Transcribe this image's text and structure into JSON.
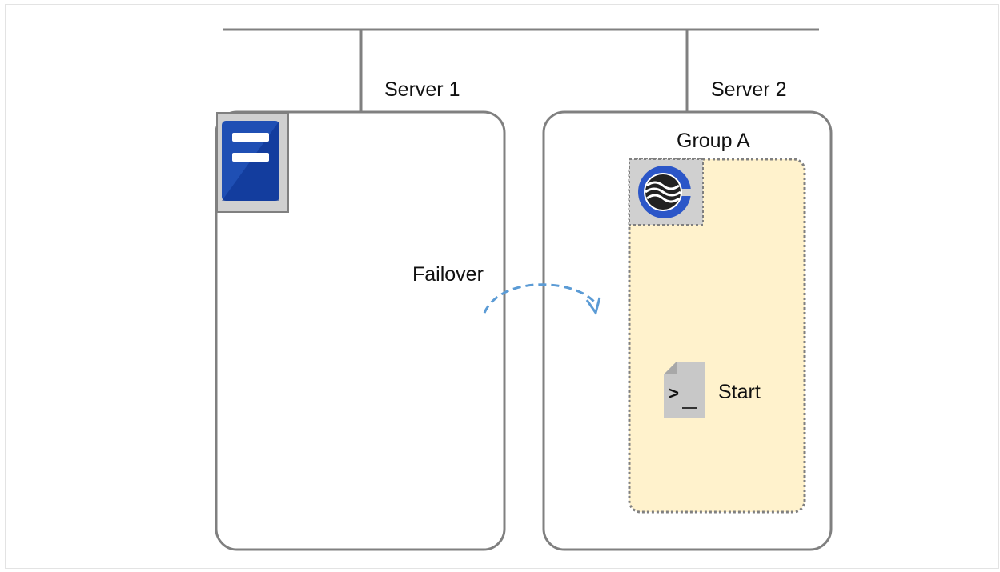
{
  "labels": {
    "server1": "Server 1",
    "server2": "Server 2",
    "group": "Group A",
    "failover": "Failover",
    "start": "Start"
  },
  "icons": {
    "server_icon": "server-icon",
    "group_icon": "group-resource-icon",
    "script_icon": "script-icon"
  },
  "colors": {
    "line": "#808080",
    "group_fill": "#fff2cc",
    "arrow": "#5b9bd5",
    "server_icon_blue": "#1f4fb4",
    "icon_bg": "#d0d0d0"
  }
}
